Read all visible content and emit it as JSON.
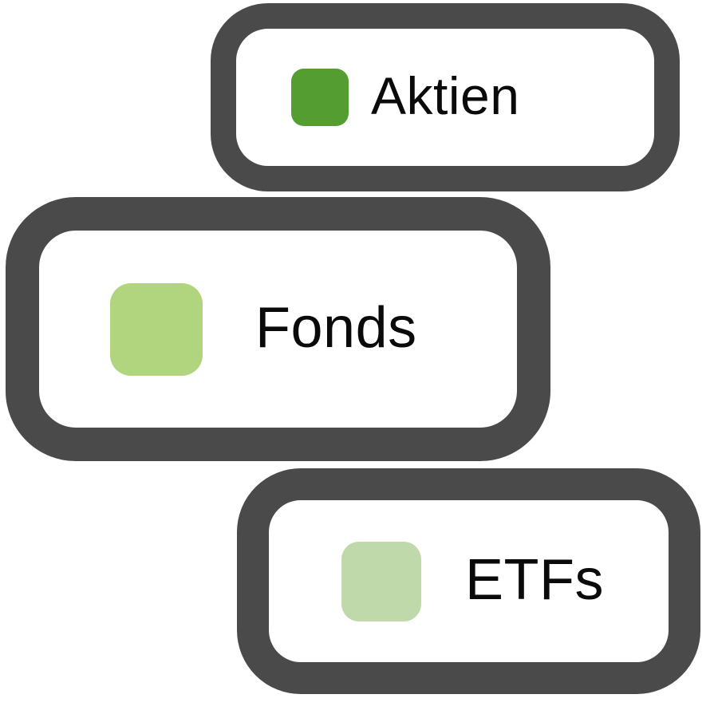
{
  "canvas": {
    "background_color": "#ffffff"
  },
  "legend": {
    "border_color": "#4a4a4a",
    "card_background_color": "#ffffff",
    "text_color": "#0a0a0a",
    "items": [
      {
        "label": "Aktien",
        "swatch_color": "#539d31"
      },
      {
        "label": "Fonds",
        "swatch_color": "#b1d57e"
      },
      {
        "label": "ETFs",
        "swatch_color": "#c0d9ab"
      }
    ]
  }
}
